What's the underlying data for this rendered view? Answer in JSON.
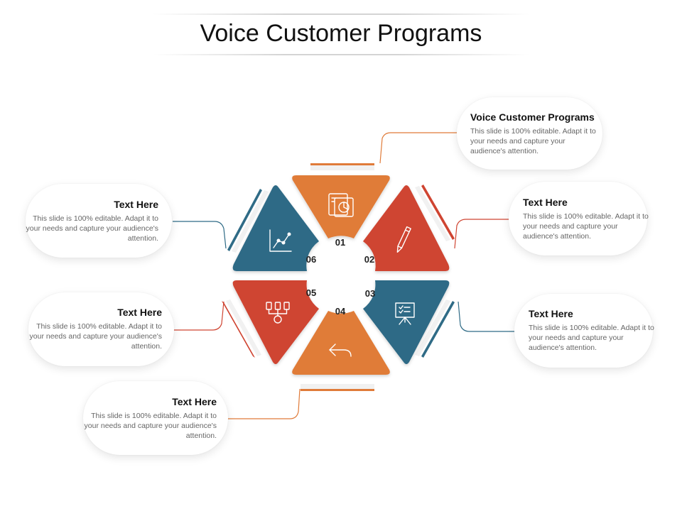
{
  "title": "Voice Customer Programs",
  "colors": {
    "orange": "#e07b39",
    "red": "#cf4431",
    "blue": "#2f6b86",
    "text": "#666666"
  },
  "segments": [
    {
      "number": "01",
      "color": "orange",
      "icon": "dashboard-chart-icon"
    },
    {
      "number": "02",
      "color": "red",
      "icon": "pencil-icon"
    },
    {
      "number": "03",
      "color": "blue",
      "icon": "presentation-board-icon"
    },
    {
      "number": "04",
      "color": "orange",
      "icon": "reply-arrow-icon"
    },
    {
      "number": "05",
      "color": "red",
      "icon": "organization-chart-icon"
    },
    {
      "number": "06",
      "color": "blue",
      "icon": "line-graph-icon"
    }
  ],
  "callouts": {
    "c01": {
      "title": "Voice Customer Programs",
      "text": "This slide is 100% editable. Adapt it to your needs and capture your audience's attention."
    },
    "c02": {
      "title": "Text Here",
      "text": "This slide is 100% editable. Adapt it to your needs and capture your audience's attention."
    },
    "c03": {
      "title": "Text Here",
      "text": "This slide is 100% editable. Adapt it to your needs and capture your audience's attention."
    },
    "c04": {
      "title": "Text Here",
      "text": "This slide is 100% editable. Adapt it to your needs and capture your audience's attention."
    },
    "c05": {
      "title": "Text Here",
      "text": "This slide is 100% editable. Adapt it to your needs and capture your audience's attention."
    },
    "c06": {
      "title": "Text Here",
      "text": "This slide is 100% editable. Adapt it to your needs and capture your audience's attention."
    }
  }
}
